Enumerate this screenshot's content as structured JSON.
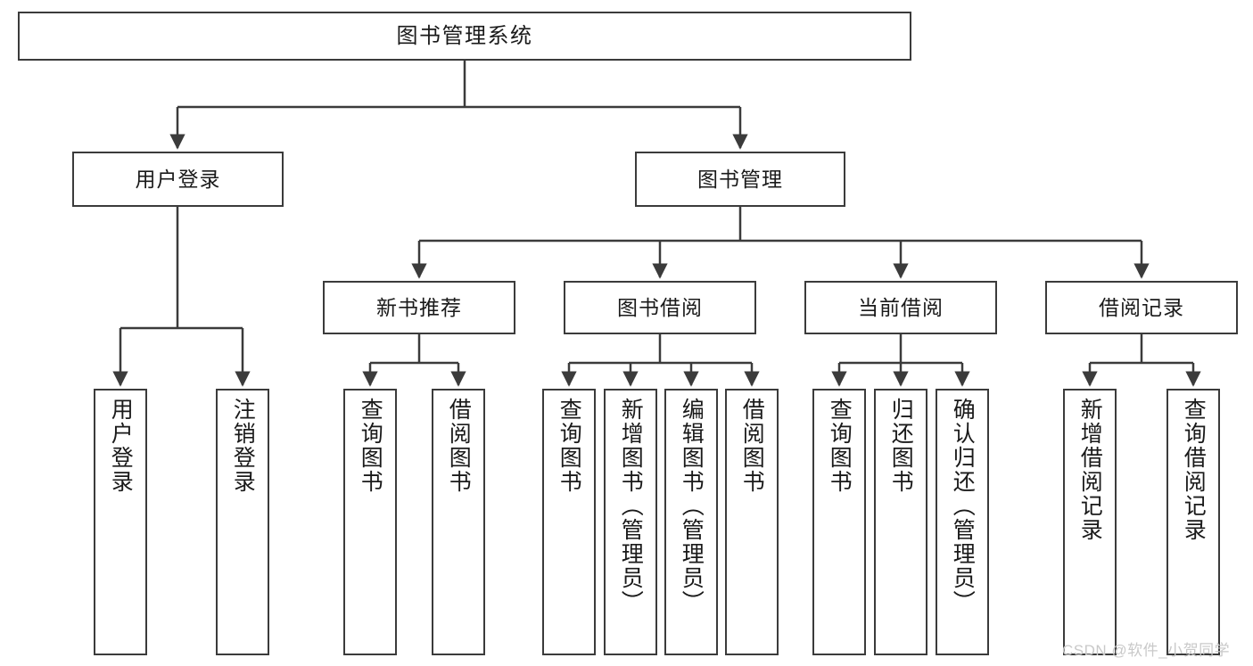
{
  "diagram": {
    "title": "图书管理系统",
    "type": "tree-hierarchy",
    "stroke_color": "#3b3b3b",
    "fill_color": "#ffffff",
    "text_color": "#1a1a1a"
  },
  "nodes": {
    "root": {
      "label": "图书管理系统"
    },
    "level2": [
      {
        "id": "user-login",
        "label": "用户登录"
      },
      {
        "id": "book-manage",
        "label": "图书管理"
      }
    ],
    "level3": [
      {
        "id": "new-book-recommend",
        "label": "新书推荐"
      },
      {
        "id": "book-borrow",
        "label": "图书借阅"
      },
      {
        "id": "current-borrow",
        "label": "当前借阅"
      },
      {
        "id": "borrow-record",
        "label": "借阅记录"
      }
    ],
    "leaves": {
      "user_login": [
        {
          "id": "leaf-user-login",
          "label": "用户登录"
        },
        {
          "id": "leaf-logout-login",
          "label": "注销登录"
        }
      ],
      "new_book_recommend": [
        {
          "id": "leaf-query-book-1",
          "label": "查询图书"
        },
        {
          "id": "leaf-borrow-book-1",
          "label": "借阅图书"
        }
      ],
      "book_borrow": [
        {
          "id": "leaf-query-book-2",
          "label": "查询图书"
        },
        {
          "id": "leaf-add-book",
          "label": "新增图书（管理员）"
        },
        {
          "id": "leaf-edit-book",
          "label": "编辑图书（管理员）"
        },
        {
          "id": "leaf-borrow-book-2",
          "label": "借阅图书"
        }
      ],
      "current_borrow": [
        {
          "id": "leaf-query-book-3",
          "label": "查询图书"
        },
        {
          "id": "leaf-return-book",
          "label": "归还图书"
        },
        {
          "id": "leaf-confirm-return",
          "label": "确认归还（管理员）"
        }
      ],
      "borrow_record": [
        {
          "id": "leaf-add-record",
          "label": "新增借阅记录"
        },
        {
          "id": "leaf-query-record",
          "label": "查询借阅记录"
        }
      ]
    }
  },
  "watermark": {
    "text": "CSDN @软件_小贺同学",
    "color": "#c9c9c9"
  }
}
